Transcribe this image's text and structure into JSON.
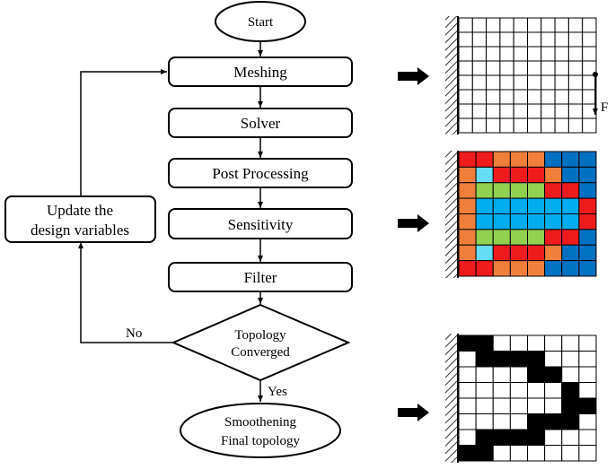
{
  "flow": {
    "start": "Start",
    "meshing": "Meshing",
    "solver": "Solver",
    "post_processing": "Post Processing",
    "sensitivity": "Sensitivity",
    "filter": "Filter",
    "decision_line1": "Topology",
    "decision_line2": "Converged",
    "end_line1": "Smoothening",
    "end_line2": "Final topology",
    "update_line1": "Update the",
    "update_line2": "design variables",
    "no_label": "No",
    "yes_label": "Yes"
  },
  "mesh_panel": {
    "force_label": "F"
  },
  "sensitivity_panel": {
    "colors": {
      "r": "#ee1c1c",
      "o": "#f07f3c",
      "g": "#92d050",
      "b": "#00aef0",
      "c": "#66ddf5",
      "d": "#0070c0"
    },
    "cells": [
      [
        "r",
        "r",
        "o",
        "o",
        "o",
        "d",
        "d",
        "d"
      ],
      [
        "o",
        "c",
        "r",
        "r",
        "r",
        "o",
        "d",
        "d"
      ],
      [
        "o",
        "g",
        "g",
        "g",
        "g",
        "r",
        "r",
        "d"
      ],
      [
        "o",
        "b",
        "b",
        "b",
        "b",
        "b",
        "b",
        "r"
      ],
      [
        "o",
        "b",
        "b",
        "b",
        "b",
        "b",
        "b",
        "r"
      ],
      [
        "o",
        "g",
        "g",
        "g",
        "g",
        "r",
        "r",
        "d"
      ],
      [
        "o",
        "c",
        "r",
        "r",
        "r",
        "o",
        "d",
        "d"
      ],
      [
        "r",
        "r",
        "o",
        "o",
        "o",
        "d",
        "d",
        "d"
      ]
    ]
  },
  "final_panel": {
    "cells": [
      [
        1,
        1,
        0,
        0,
        0,
        0,
        0,
        0
      ],
      [
        0,
        1,
        1,
        1,
        1,
        0,
        0,
        0
      ],
      [
        0,
        0,
        0,
        0,
        1,
        1,
        0,
        0
      ],
      [
        0,
        0,
        0,
        0,
        0,
        0,
        1,
        0
      ],
      [
        0,
        0,
        0,
        0,
        0,
        0,
        1,
        1
      ],
      [
        0,
        0,
        0,
        0,
        1,
        1,
        1,
        0
      ],
      [
        0,
        1,
        1,
        1,
        1,
        0,
        0,
        0
      ],
      [
        1,
        1,
        0,
        0,
        0,
        0,
        0,
        0
      ]
    ]
  }
}
